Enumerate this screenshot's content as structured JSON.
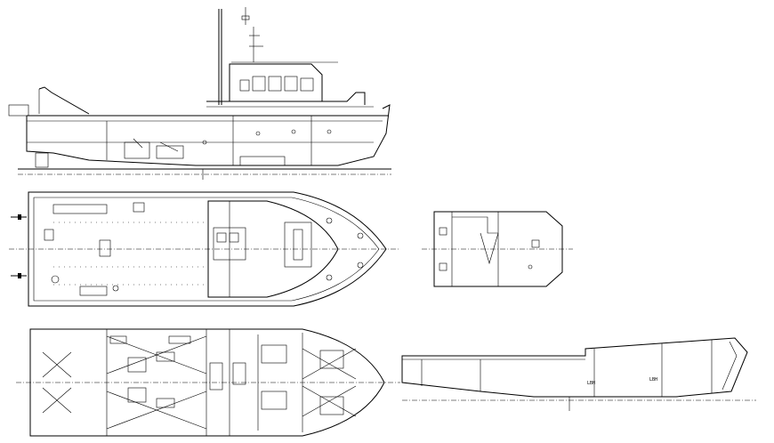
{
  "drawing": {
    "type": "ship general arrangement",
    "views": [
      {
        "id": "profile",
        "name": ""
      },
      {
        "id": "main-deck-plan",
        "name": ""
      },
      {
        "id": "wheelhouse-top-plan",
        "name": ""
      },
      {
        "id": "lower-deck-plan",
        "name": ""
      },
      {
        "id": "hull-section-profile",
        "name": ""
      }
    ],
    "labels": {
      "section_label_1": "LBH",
      "section_label_2": "LBH"
    },
    "colors": {
      "line": "#000000",
      "background": "#ffffff"
    }
  }
}
